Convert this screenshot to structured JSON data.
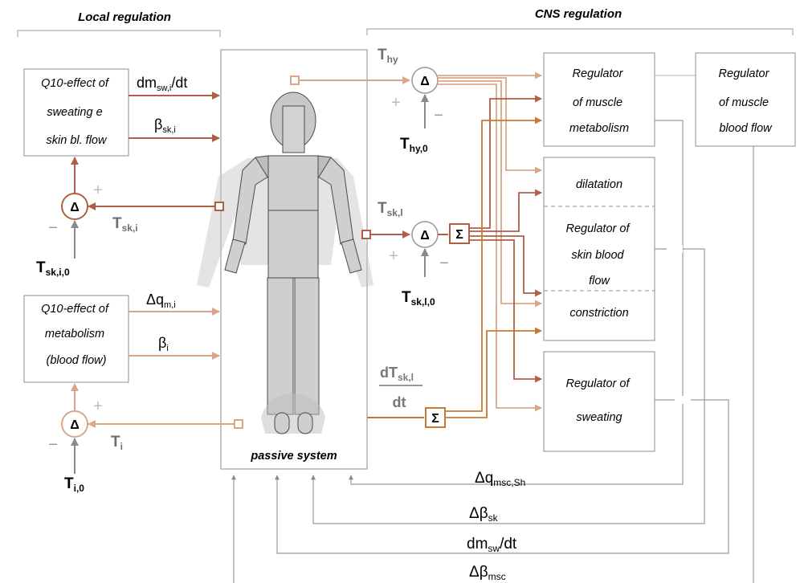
{
  "headers": {
    "local": "Local regulation",
    "cns": "CNS regulation"
  },
  "boxes": {
    "q10_sweat": [
      "Q10-effect of",
      "sweating e",
      "skin bl. flow"
    ],
    "q10_met": [
      "Q10-effect of",
      "metabolism",
      "(blood flow)"
    ],
    "passive": "passive system",
    "reg_muscle_met": [
      "Regulator",
      "of muscle",
      "metabolism"
    ],
    "reg_muscle_bf": [
      "Regulator",
      "of muscle",
      "blood flow"
    ],
    "dilatation": "dilatation",
    "reg_skin": [
      "Regulator of",
      "skin blood",
      "flow"
    ],
    "constriction": "constriction",
    "reg_sweat": [
      "Regulator of",
      "sweating"
    ]
  },
  "labels": {
    "dm_swi_main": "dm",
    "dm_swi_sub": "sw,i",
    "dm_swi_tail": "/dt",
    "beta_ski_main": "β",
    "beta_ski_sub": "sk,i",
    "dq_mi_main": "Δq",
    "dq_mi_sub": "m,i",
    "beta_i_main": "β",
    "beta_i_sub": "i",
    "t_ski_a_main": "T",
    "t_ski_a_sub": "sk,i",
    "t_ski0_main": "T",
    "t_ski0_sub": "sk,i,0",
    "t_i_main": "T",
    "t_i_sub": "i",
    "t_i0_main": "T",
    "t_i0_sub": "i,0",
    "t_hy_main": "T",
    "t_hy_sub": "hy",
    "t_hy0_main": "T",
    "t_hy0_sub": "hy,0",
    "t_skl_main": "T",
    "t_skl_sub": "sk,l",
    "t_skl0_main": "T",
    "t_skl0_sub": "sk,l,0",
    "dtsk_num_main": "dT",
    "dtsk_num_sub": "sk,l",
    "dtsk_den": "dt",
    "dq_msc_main": "Δq",
    "dq_msc_sub": "msc,Sh",
    "dbeta_sk_main": "Δβ",
    "dbeta_sk_sub": "sk",
    "dm_sw_main": "dm",
    "dm_sw_sub": "sw",
    "dm_sw_tail": "/dt",
    "dbeta_msc_main": "Δβ",
    "dbeta_msc_sub": "msc"
  },
  "symbols": {
    "delta": "Δ",
    "sigma": "Σ",
    "plus": "+",
    "minus": "−"
  },
  "colors": {
    "dark_arrow": "#b05e45",
    "light_arrow": "#dba688",
    "orange_arrow": "#c97a32",
    "box_border": "#8c8c8c",
    "gray_line": "#9a9a9a",
    "body_fill": "#cfcfcf"
  }
}
